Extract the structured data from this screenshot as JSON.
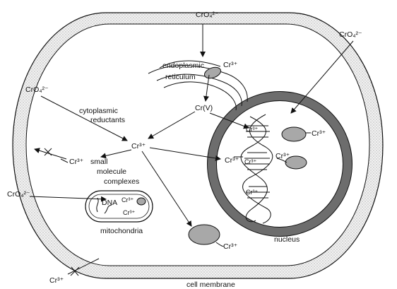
{
  "labels": {
    "cro4_top": "CrO₄²⁻",
    "cro4_right": "CrO₄²⁻",
    "cro4_left": "CrO₄²⁻",
    "cro4_mito": "CrO₄²⁻",
    "endoplasmic": "endoplasmic",
    "reticulum": "reticulum",
    "cr3_er": "Cr³⁺",
    "crv": "Cr(V)",
    "cytoplasmic": "cytoplasmic",
    "reductants": "reductants",
    "cr3_center": "Cr³⁺",
    "cr3_small": "Cr³⁺",
    "small": "small",
    "molecule": "molecule",
    "complexes": "complexes",
    "dna": "DNA",
    "cr3_mito_a": "Cr³⁺",
    "cr3_mito_b": "Cr³⁺",
    "mitochondria": "mitochondria",
    "cr3_dna_top": "Cr³⁺",
    "cr3_dna_mid": "Cr³⁺",
    "cr3_dna_bot": "Cr³⁺",
    "cr3_nuc_left": "Cr³⁺",
    "cr3_nuc_right1": "Cr³⁺",
    "cr3_nuc_right2": "Cr³⁺",
    "cr3_vesicle": "Cr³⁺",
    "nucleus": "nucleus",
    "cr3_outside": "Cr³⁺",
    "cell_membrane": "cell membrane"
  }
}
